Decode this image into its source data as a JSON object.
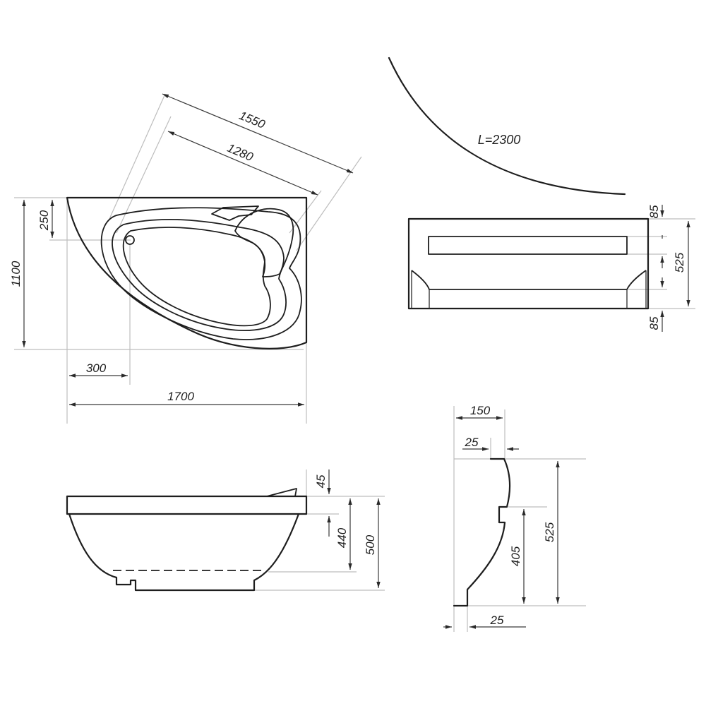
{
  "top_view": {
    "dimensions": {
      "length": "1700",
      "width": "1100",
      "diagonal_outer": "1550",
      "diagonal_inner": "1280",
      "drain_offset_x": "300",
      "drain_offset_y": "250"
    }
  },
  "front_panel": {
    "arc_length_label": "L=2300",
    "dimensions": {
      "height": "525",
      "top_band": "85",
      "bottom_band": "85"
    }
  },
  "side_view": {
    "dimensions": {
      "rim": "45",
      "depth": "440",
      "total_height": "500"
    }
  },
  "profile_section": {
    "dimensions": {
      "width": "150",
      "top_step": "25",
      "bottom_step": "25",
      "height": "525",
      "lower_height": "405"
    }
  }
}
